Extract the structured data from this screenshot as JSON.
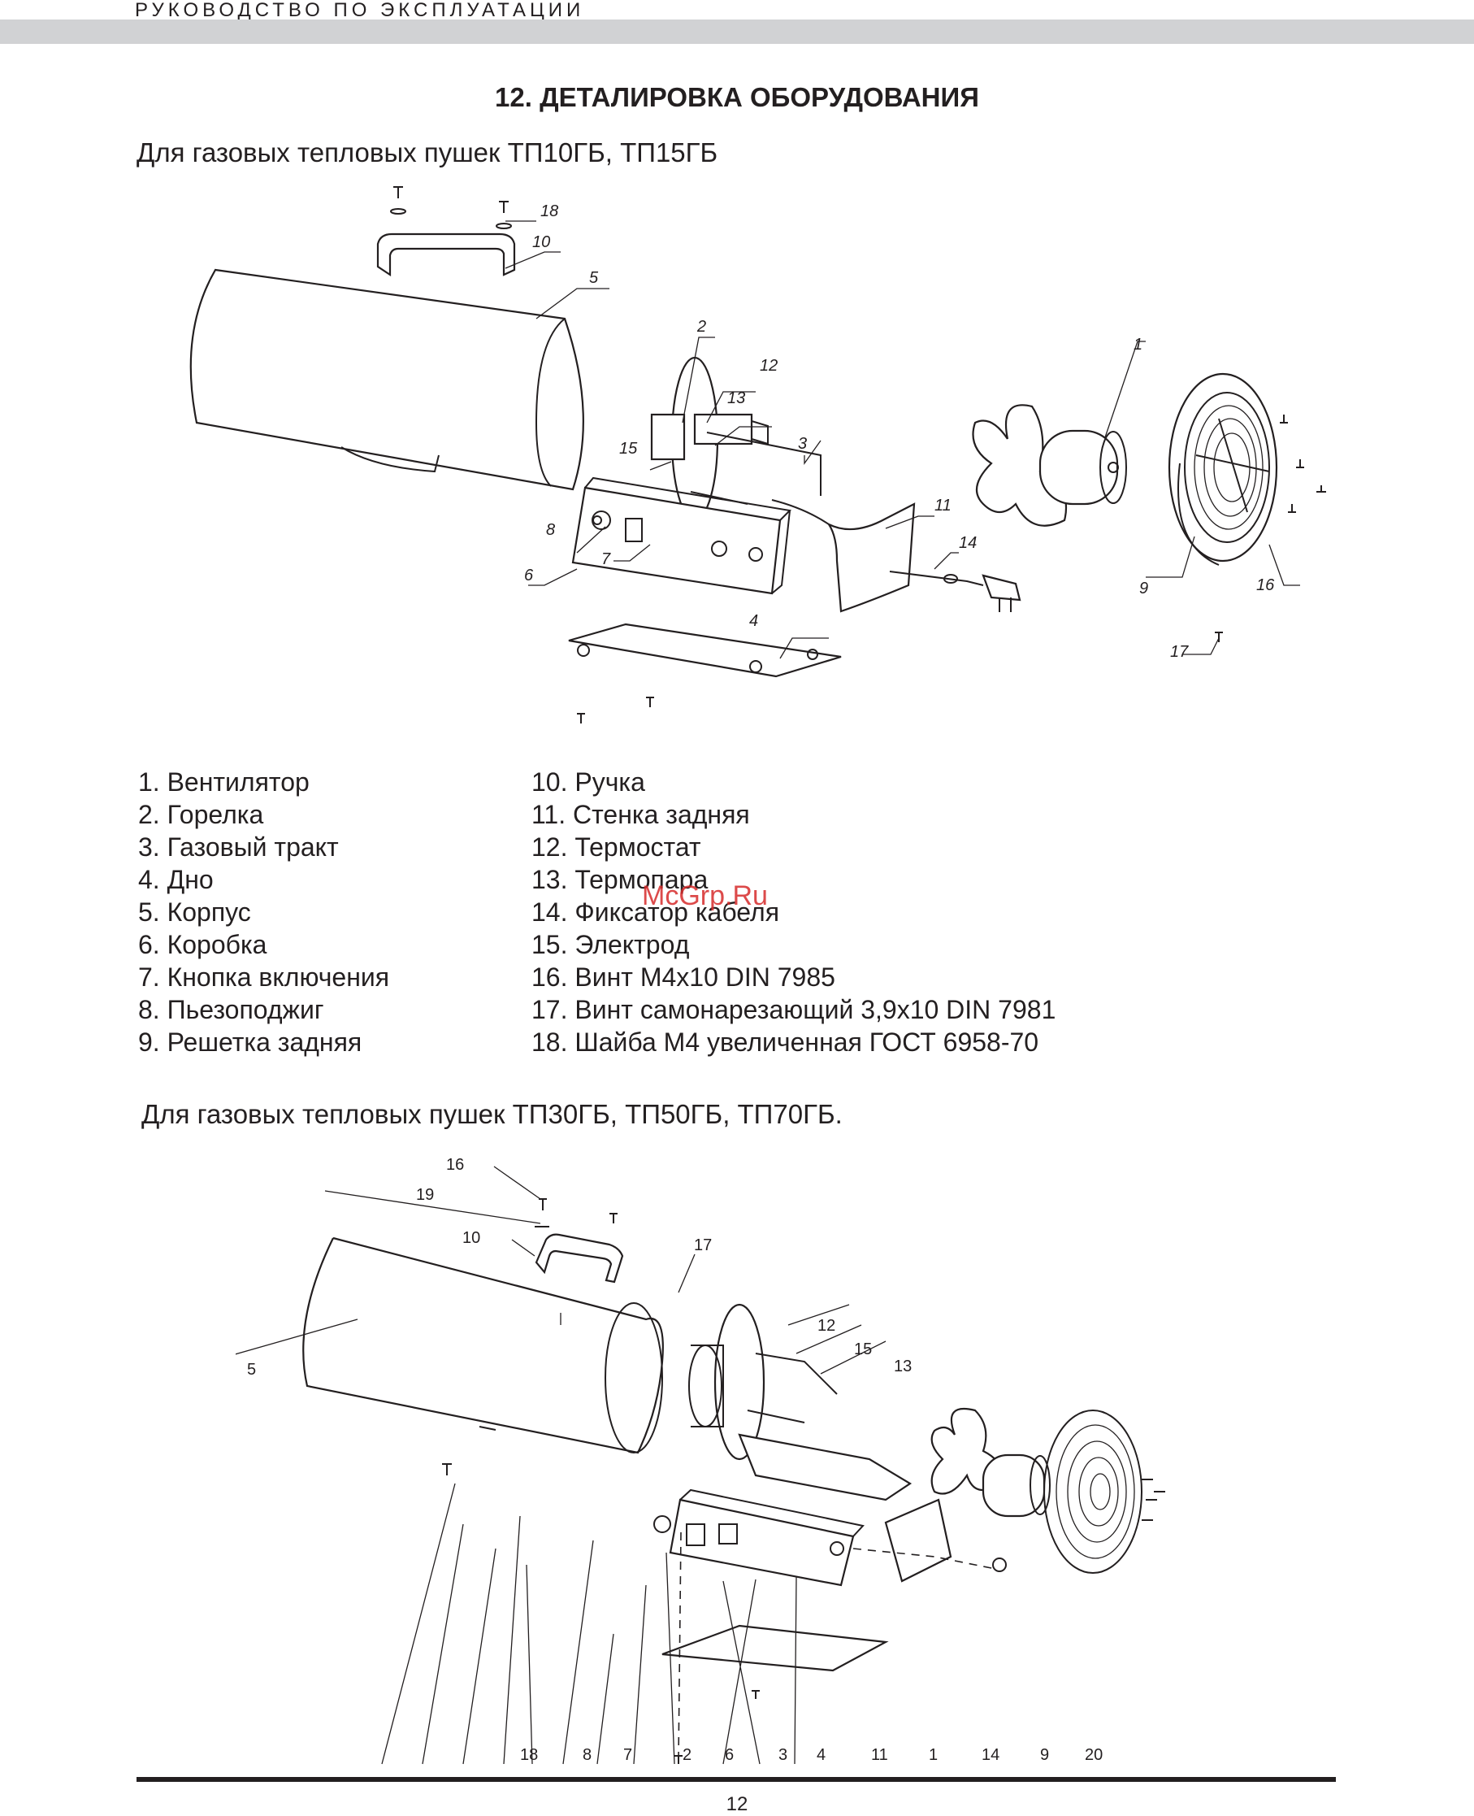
{
  "header": {
    "title": "РУКОВОДСТВО ПО ЭКСПЛУАТАЦИИ"
  },
  "section": {
    "title": "12. ДЕТАЛИРОВКА ОБОРУДОВАНИЯ"
  },
  "subtitle1": "Для газовых тепловых пушек ТП10ГБ, ТП15ГБ",
  "subtitle2": "Для газовых тепловых пушек ТП30ГБ, ТП50ГБ, ТП70ГБ.",
  "diagram1": {
    "labels": [
      "18",
      "10",
      "5",
      "2",
      "12",
      "13",
      "15",
      "3",
      "1",
      "11",
      "8",
      "7",
      "6",
      "14",
      "9",
      "16",
      "4",
      "17"
    ]
  },
  "diagram2": {
    "top_labels": [
      "16",
      "19",
      "10",
      "17",
      "12",
      "15",
      "13",
      "5"
    ],
    "bottom_labels": [
      "18",
      "8",
      "7",
      "2",
      "6",
      "3",
      "4",
      "11",
      "1",
      "14",
      "9",
      "20"
    ]
  },
  "parts": {
    "left": [
      "1. Вентилятор",
      "2. Горелка",
      "3. Газовый тракт",
      "4. Дно",
      "5. Корпус",
      "6. Коробка",
      "7. Кнопка включения",
      "8. Пьезоподжиг",
      "9. Решетка задняя"
    ],
    "right": [
      "10. Ручка",
      "11. Стенка задняя",
      "12. Термостат",
      "13. Термопара",
      "14. Фиксатор кабеля",
      "15. Электрод",
      "16. Винт М4х10 DIN 7985",
      "17. Винт самонарезающий 3,9х10 DIN 7981",
      "18. Шайба М4 увеличенная ГОСТ 6958-70"
    ]
  },
  "watermark": "McGrp.Ru",
  "page_number": "12"
}
